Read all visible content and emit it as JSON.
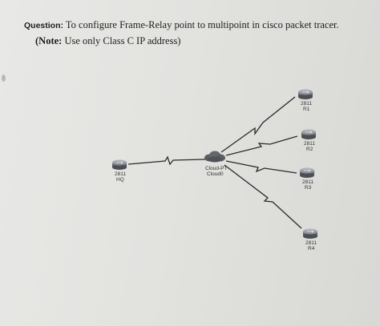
{
  "question": {
    "label": "Question:",
    "text": "To configure Frame-Relay point to multipoint in cisco packet tracer."
  },
  "note": {
    "label": "(Note:",
    "text": "Use only Class C IP address)"
  },
  "diagram": {
    "cloud": {
      "label1": "Cloud-PT",
      "label2": "Cloud0"
    },
    "routers": [
      {
        "id": "HQ",
        "model": "2811",
        "name": "HQ"
      },
      {
        "id": "R1",
        "model": "2811",
        "name": "R1"
      },
      {
        "id": "R2",
        "model": "2811",
        "name": "R2"
      },
      {
        "id": "R3",
        "model": "2811",
        "name": "R3"
      },
      {
        "id": "R4",
        "model": "2811",
        "name": "R4"
      }
    ],
    "links": [
      {
        "from": "HQ",
        "to": "cloud",
        "type": "serial"
      },
      {
        "from": "cloud",
        "to": "R1",
        "type": "serial"
      },
      {
        "from": "cloud",
        "to": "R2",
        "type": "serial"
      },
      {
        "from": "cloud",
        "to": "R3",
        "type": "serial"
      },
      {
        "from": "cloud",
        "to": "R4",
        "type": "serial"
      }
    ]
  },
  "colors": {
    "paper": "#e4e4e1",
    "text": "#1e1e1e",
    "link": "#2a2a2a",
    "router_body": "#7a7f85",
    "cloud": "#5a5e63"
  }
}
